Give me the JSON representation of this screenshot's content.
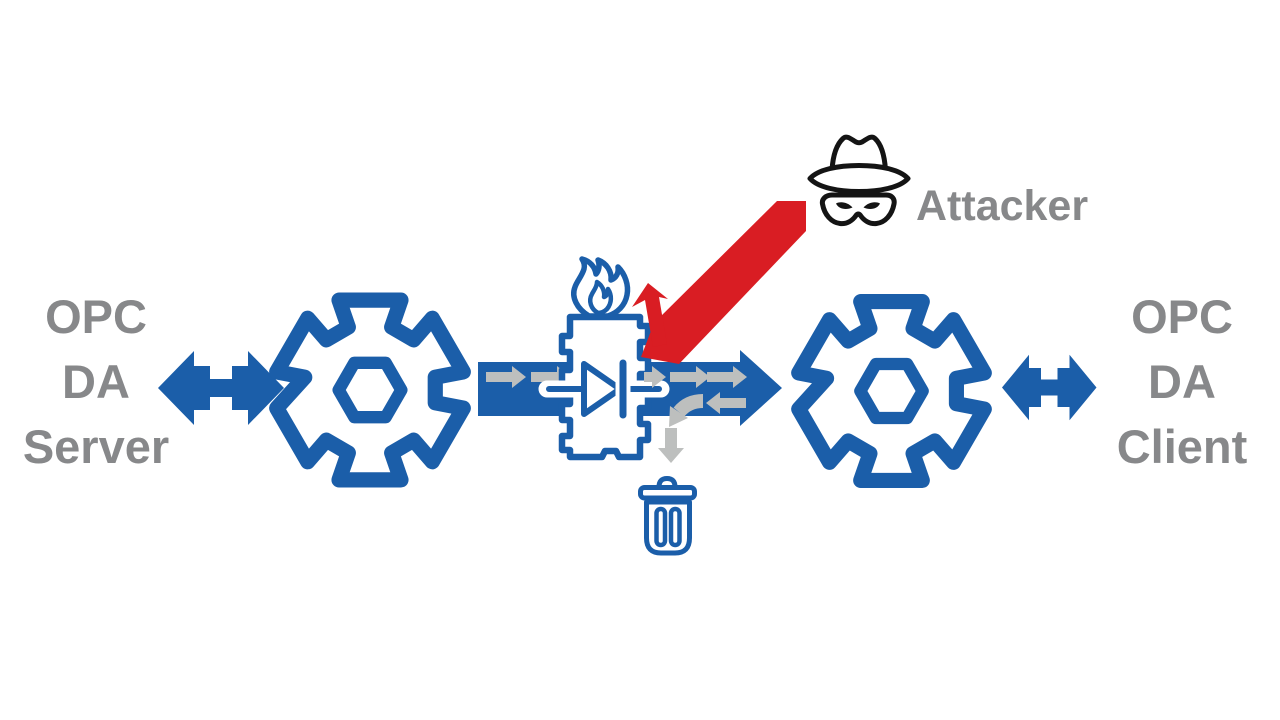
{
  "colors": {
    "blue": "#1b5ea9",
    "packet_gray": "#bdbfbe",
    "text_gray": "#87888a",
    "attack_red": "#d91d23",
    "spy_black": "#141414",
    "background": "#ffffff"
  },
  "labels": {
    "server": [
      "OPC",
      "DA",
      "Server"
    ],
    "client": [
      "OPC",
      "DA",
      "Client"
    ],
    "attacker": "Attacker"
  },
  "icons": {
    "left_link": "double-arrow-icon",
    "server_gear": "gear-icon",
    "firewall": "firewall-with-flame-and-diode-icon",
    "flame": "flame-icon",
    "diode": "data-diode-icon",
    "trash": "trash-can-icon",
    "spy": "spy-incognito-icon",
    "attack": "blocked-attack-arrow",
    "right_link": "double-arrow-icon"
  }
}
